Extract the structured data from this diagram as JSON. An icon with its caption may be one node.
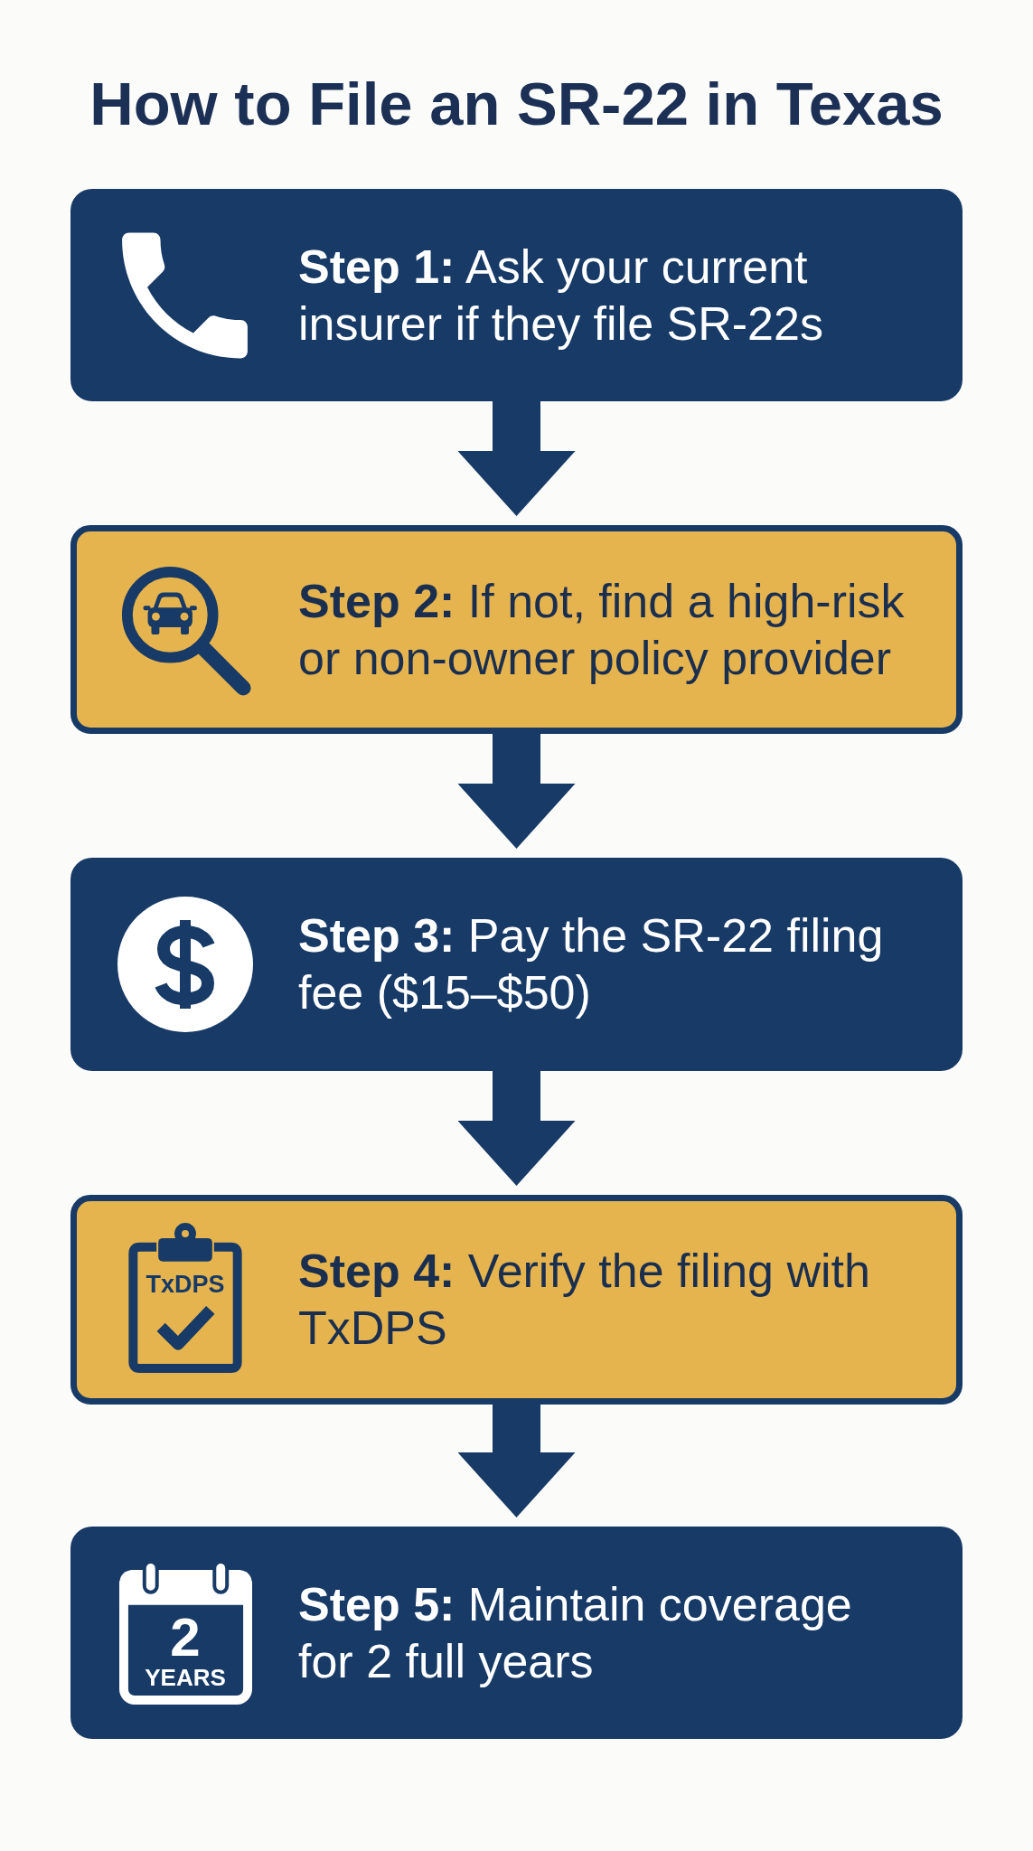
{
  "diagram": {
    "title": "How to File an SR-22 in Texas",
    "nodes": [
      {
        "text": [
          "**Step 1:** Ask your current insurer if they file SR-22s"
        ]
      },
      {
        "text": [
          "**Step 2:** If not, find a high-risk or non-owner policy provider"
        ]
      },
      {
        "text": [
          "**Step 3:** Pay the SR-22 filing fee ($15–$50)"
        ]
      },
      {
        "text": [
          "**Step 4:** Verify the filing with TxDPS"
        ]
      },
      {
        "text": [
          "**Step 5:** Maintain coverage for 2 full years"
        ]
      }
    ],
    "edges": [
      {
        "from": 0,
        "to": 1,
        "arrow": "to"
      },
      {
        "from": 1,
        "to": 2,
        "arrow": "to"
      },
      {
        "from": 2,
        "to": 3,
        "arrow": "to"
      },
      {
        "from": 3,
        "to": 4,
        "arrow": "to"
      }
    ],
    "labels": [
      "TxDPS",
      "2",
      "YEARS"
    ]
  }
}
